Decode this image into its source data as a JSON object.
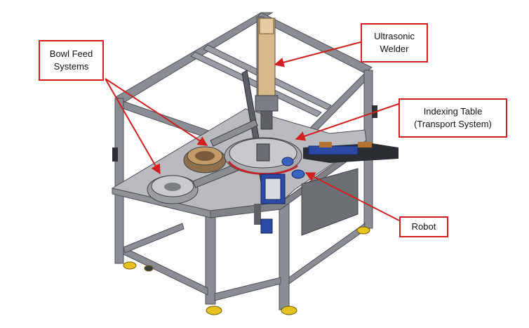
{
  "colors": {
    "callout_border": "#d21f1f",
    "arrow": "#d21f1f",
    "frame": "#7e8288",
    "frame_dark": "#4d5156",
    "table_top": "#b9bbbe",
    "feet": "#e7c21c",
    "welder": "#d8b98a",
    "robot_accent": "#2b4aa8"
  },
  "callouts": {
    "bowl_feed": "Bowl Feed\nSystems",
    "welder": "Ultrasonic\nWelder",
    "indexing": "Indexing Table\n(Transport System)",
    "robot": "Robot"
  }
}
